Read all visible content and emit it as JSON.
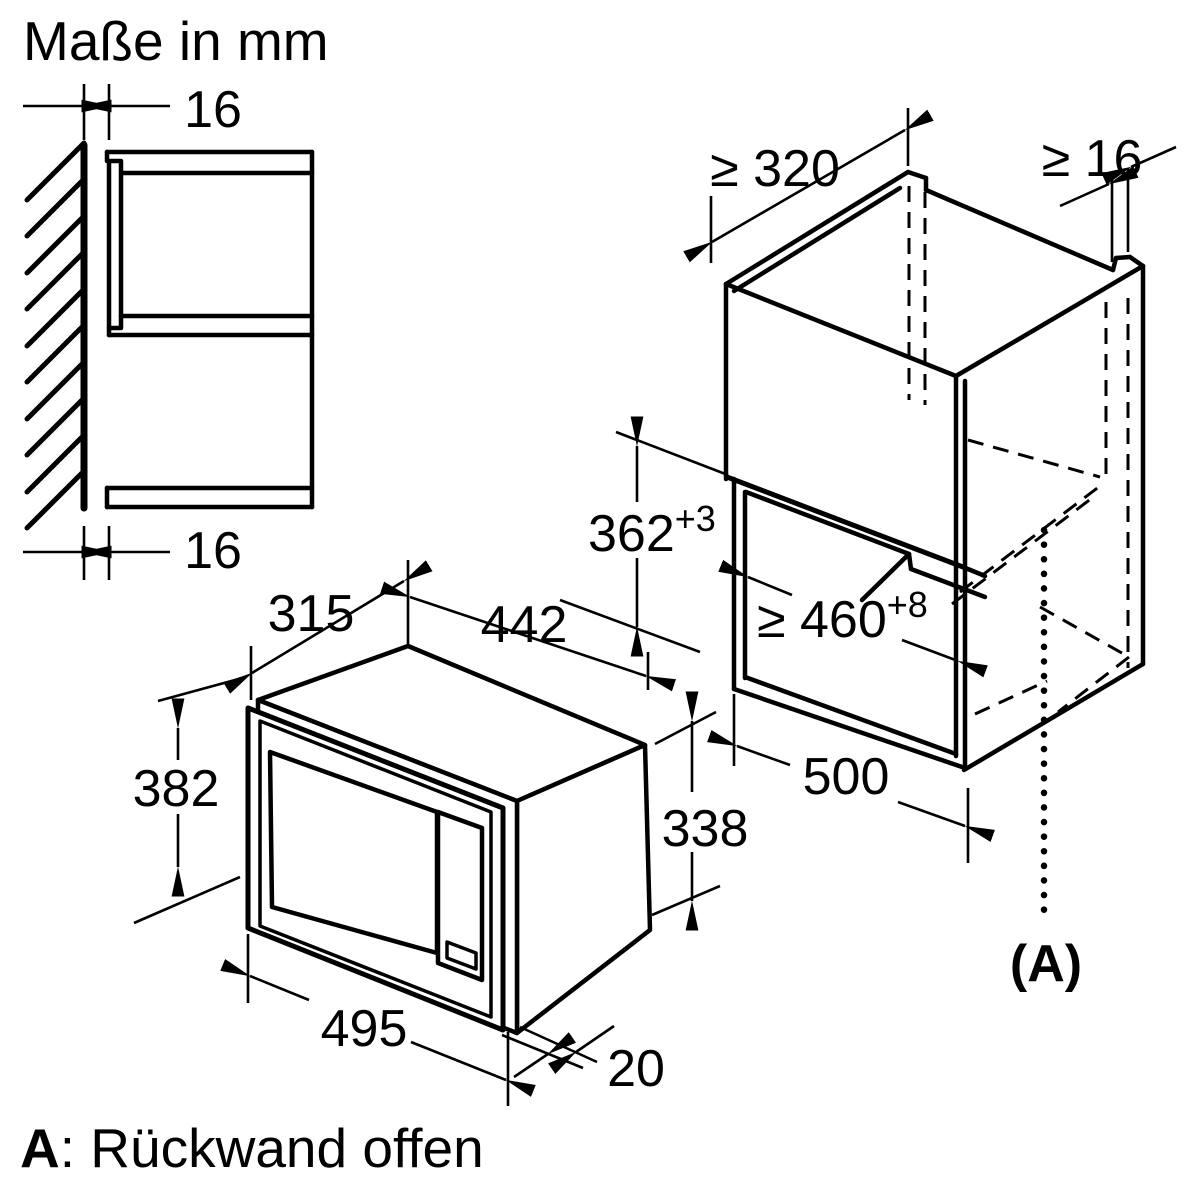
{
  "title": "Maße in mm",
  "colors": {
    "line": "#000000",
    "background": "#ffffff"
  },
  "side_view": {
    "wall_gap_top": "16",
    "wall_gap_bottom": "16"
  },
  "microwave": {
    "depth": "315",
    "width_top": "442",
    "body_height": "338",
    "front_height": "382",
    "front_width": "495",
    "frame_protrusion": "20"
  },
  "cabinet": {
    "depth_min": "≥ 320",
    "panel_thickness_min": "≥ 16",
    "niche_height": {
      "base": "362",
      "tolerance": "+3"
    },
    "niche_width": {
      "base": "≥ 460",
      "tolerance": "+8"
    },
    "width": "500",
    "section_marker": "(A)"
  },
  "footnote": {
    "marker": "A",
    "text": ": Rückwand offen"
  }
}
